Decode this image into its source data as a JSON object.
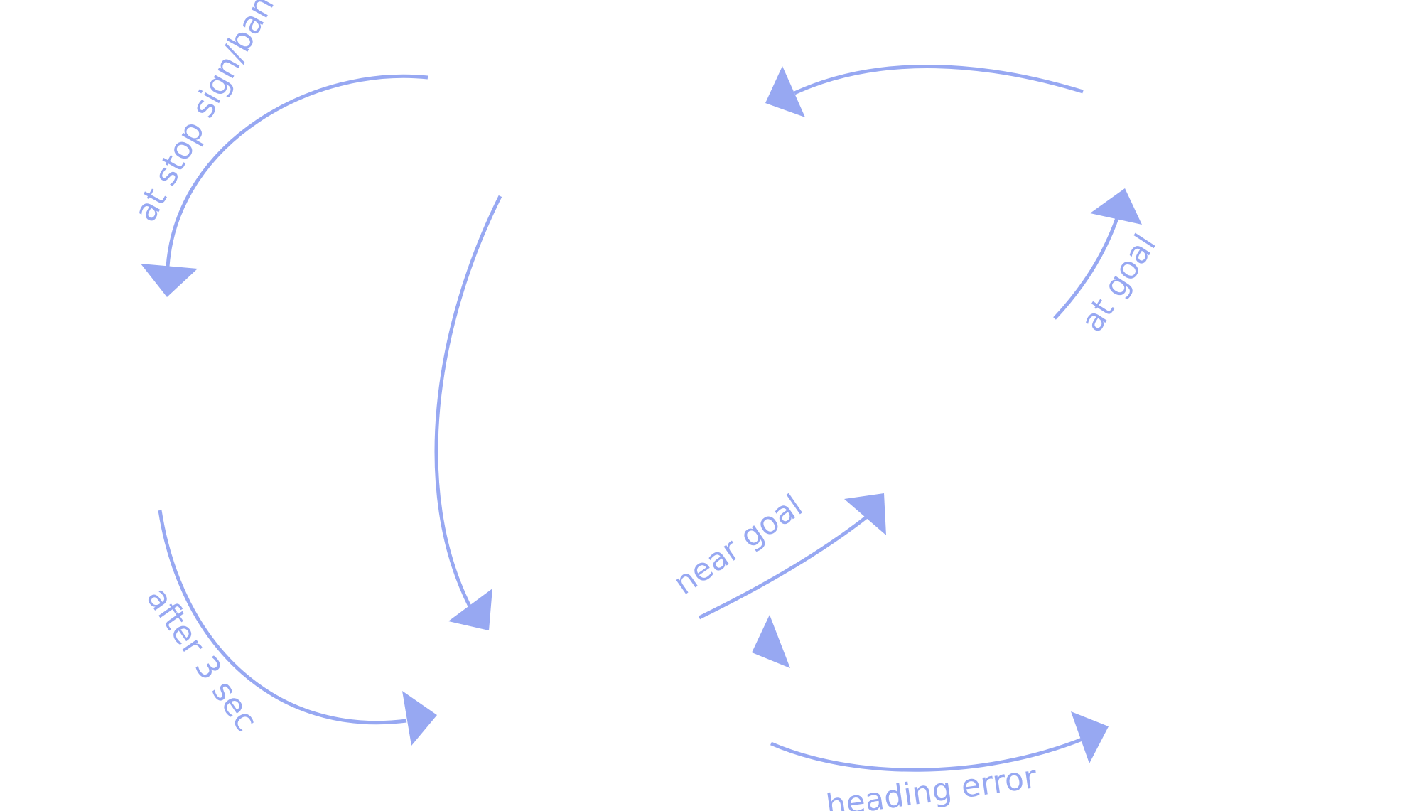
{
  "diagram": {
    "accent_color": "#97a8f2",
    "background_color": "#ffffff",
    "edges": [
      {
        "id": "edge-stop-sign",
        "label": "at stop sign/bananas"
      },
      {
        "id": "edge-long-down",
        "label": ""
      },
      {
        "id": "edge-after-3-sec",
        "label": "after 3 sec"
      },
      {
        "id": "edge-top-right",
        "label": ""
      },
      {
        "id": "edge-at-goal",
        "label": "at goal"
      },
      {
        "id": "edge-near-goal",
        "label": "near goal"
      },
      {
        "id": "edge-heading-error",
        "label": "heading error"
      },
      {
        "id": "edge-up-arrowhead",
        "label": ""
      }
    ]
  }
}
